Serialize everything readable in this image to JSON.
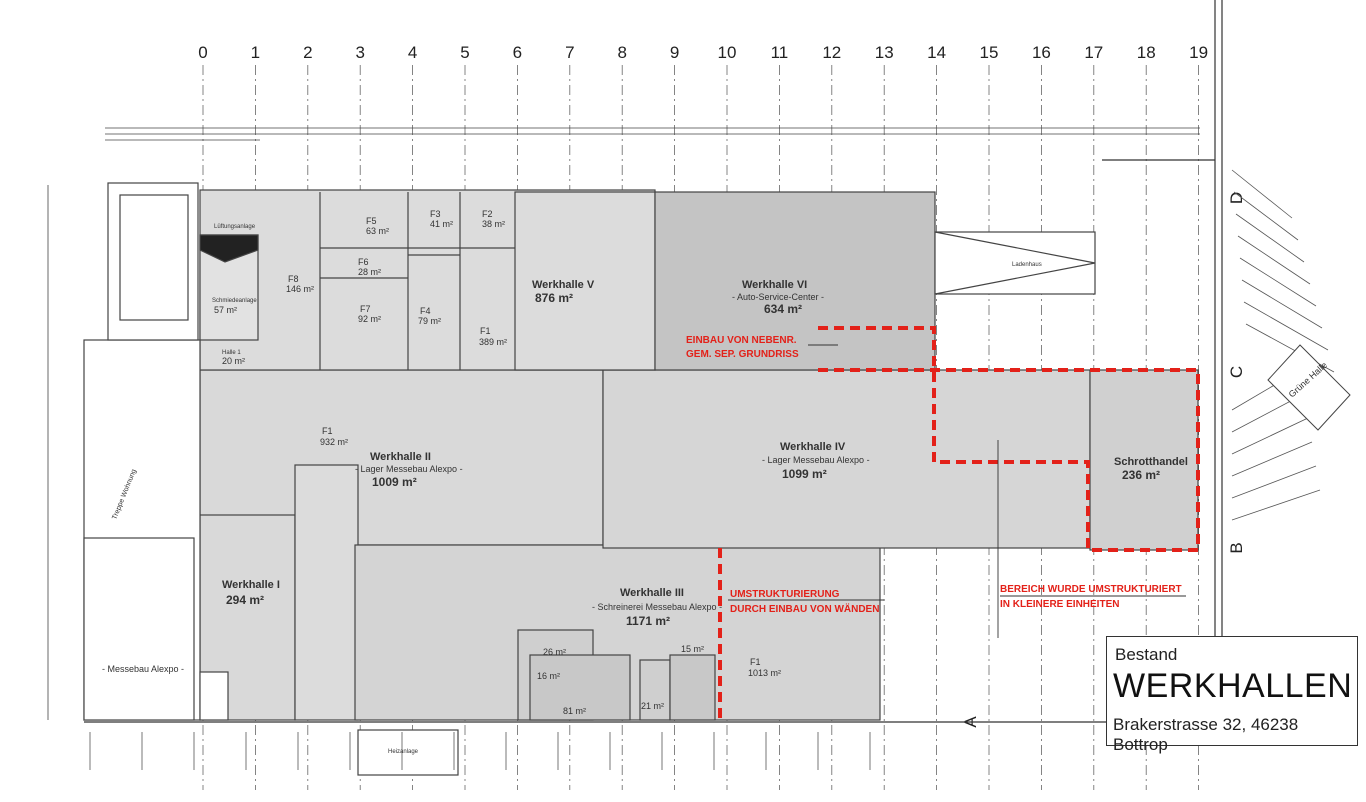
{
  "grid_columns": [
    "0",
    "1",
    "2",
    "3",
    "4",
    "5",
    "6",
    "7",
    "8",
    "9",
    "10",
    "11",
    "12",
    "13",
    "14",
    "15",
    "16",
    "17",
    "18",
    "19"
  ],
  "grid_rows": [
    "A",
    "B",
    "C",
    "D"
  ],
  "halls": {
    "werkhalle_i": {
      "name": "Werkhalle I",
      "area": "294 m²"
    },
    "werkhalle_ii": {
      "name": "Werkhalle II",
      "sub": "- Lager Messebau Alexpo -",
      "area": "1009 m²"
    },
    "werkhalle_iii": {
      "name": "Werkhalle III",
      "sub": "- Schreinerei Messebau Alexpo -",
      "area": "1171 m²"
    },
    "werkhalle_iv": {
      "name": "Werkhalle IV",
      "sub": "- Lager Messebau Alexpo -",
      "area": "1099 m²"
    },
    "werkhalle_v": {
      "name": "Werkhalle V",
      "area": "876 m²"
    },
    "werkhalle_vi": {
      "name": "Werkhalle VI",
      "sub": "- Auto-Service-Center -",
      "area": "634 m²"
    },
    "schrotthandel": {
      "name": "Schrotthandel",
      "area": "236 m²"
    }
  },
  "units": {
    "f1_ii": {
      "name": "F1",
      "area": "932 m²"
    },
    "f1_v": {
      "name": "F1",
      "area": "389 m²"
    },
    "f1_iii": {
      "name": "F1",
      "area": "1013 m²"
    },
    "f2": {
      "name": "F2",
      "area": "38 m²"
    },
    "f3": {
      "name": "F3",
      "area": "41 m²"
    },
    "f4": {
      "name": "F4",
      "area": "79 m²"
    },
    "f5": {
      "name": "F5",
      "area": "63 m²"
    },
    "f6": {
      "name": "F6",
      "area": "28 m²"
    },
    "f7": {
      "name": "F7",
      "area": "92 m²"
    },
    "f8": {
      "name": "F8",
      "area": "146 m²"
    },
    "schmiedeanlage": {
      "name": "Schmiedeanlage",
      "area": "57 m²"
    },
    "halle1": {
      "name": "Halle 1",
      "area": "20 m²"
    },
    "room_26": "26 m²",
    "room_16": "16 m²",
    "room_81": "81 m²",
    "room_21": "21 m²",
    "room_15": "15 m²"
  },
  "small_labels": {
    "messebau": "- Messebau Alexpo -",
    "gruene_halle": "Grüne Halle",
    "treppe_wohnung": "Treppe Wohnung",
    "heizanlage": "Heizanlage",
    "lueftung": "Lüftungsanlage",
    "ladenhaus": "Ladenhaus"
  },
  "annotations": {
    "einbau_1": "EINBAU VON NEBENR.",
    "einbau_2": "GEM. SEP. GRUNDRISS",
    "umstruk_1": "UMSTRUKTURIERUNG",
    "umstruk_2": "DURCH EINBAU VON WÄNDEN",
    "bereich_1": "BEREICH WURDE UMSTRUKTURIERT",
    "bereich_2": "IN KLEINERE EINHEITEN"
  },
  "title_block": {
    "line1": "Bestand",
    "line2": "WERKHALLEN",
    "line3": "Brakerstrasse 32, 46238 Bottrop"
  },
  "colors": {
    "hall_fill": "#d9d9d9",
    "hall_dark": "#c4c4c4",
    "red": "#e32119",
    "line": "#444444"
  }
}
